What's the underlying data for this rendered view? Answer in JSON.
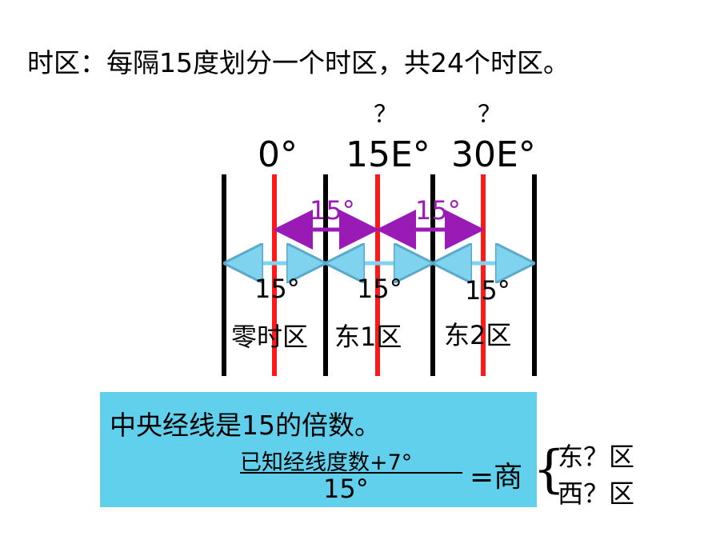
{
  "title": "时区：每隔15度划分一个时区，共24个时区。",
  "meridians": [
    {
      "label": "0°",
      "question": ""
    },
    {
      "label": "15E°",
      "question": "？"
    },
    {
      "label": "30E°",
      "question": "？"
    }
  ],
  "central_spacing_label": "15°",
  "zone_width_label": "15°",
  "zones": [
    "零时区",
    "东1区",
    "东2区"
  ],
  "rule": "中央经线是15的倍数。",
  "formula": {
    "numerator": "已知经线度数+7°",
    "denominator": "15°",
    "result": "=商",
    "brace": "{",
    "outcomes": [
      "东？区",
      "西？区"
    ]
  },
  "colors": {
    "boundary_line": "#000000",
    "central_meridian": "#ff1a1a",
    "purple_arrow": "#9a1ab5",
    "blue_arrow": "#7fd3ee",
    "formula_box": "#60d0ec"
  }
}
